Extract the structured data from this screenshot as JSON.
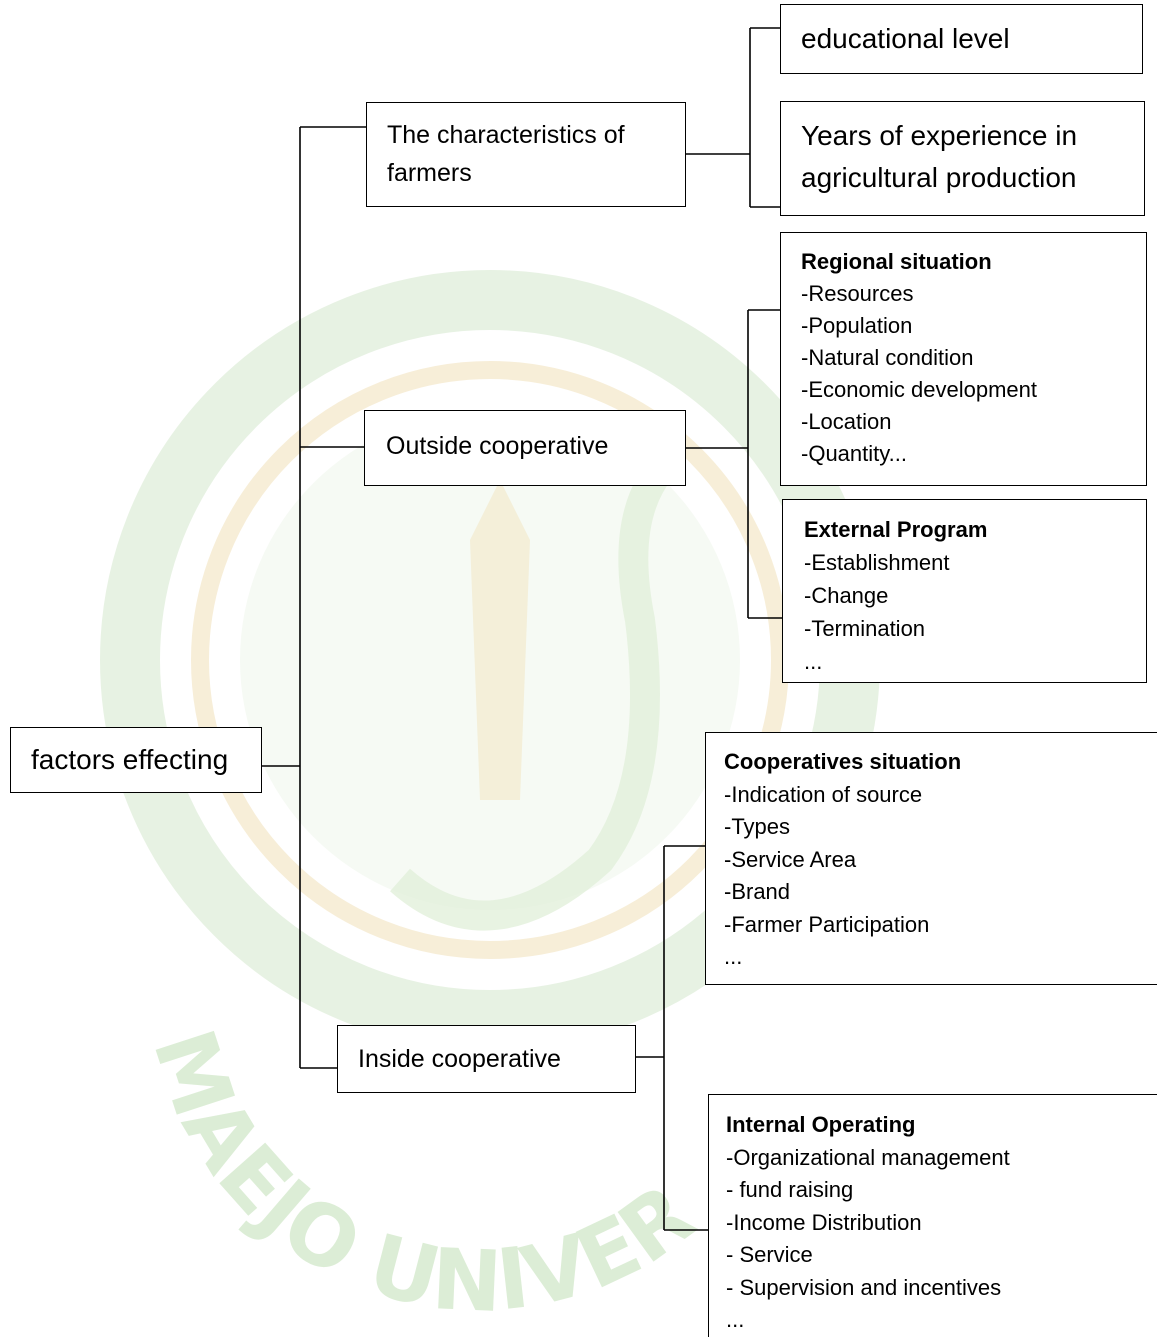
{
  "root": {
    "label": "factors effecting"
  },
  "branches": [
    {
      "id": "farmers",
      "label": "The characteristics of farmers",
      "children": [
        {
          "id": "edu",
          "text": "educational level"
        },
        {
          "id": "years",
          "text": "Years of experience in agricultural production"
        }
      ]
    },
    {
      "id": "outside",
      "label": "Outside cooperative",
      "children": [
        {
          "id": "regional",
          "title": "Regional situation",
          "items": [
            "-Resources",
            "-Population",
            "-Natural condition",
            "-Economic development",
            "-Location",
            "-Quantity..."
          ]
        },
        {
          "id": "external",
          "title": "External Program",
          "items": [
            "-Establishment",
            "-Change",
            "-Termination",
            "..."
          ]
        }
      ]
    },
    {
      "id": "inside",
      "label": "Inside cooperative",
      "children": [
        {
          "id": "coop",
          "title": "Cooperatives situation",
          "items": [
            "-Indication of source",
            "-Types",
            "-Service Area",
            "-Brand",
            "-Farmer Participation",
            "..."
          ]
        },
        {
          "id": "internal",
          "title": "Internal Operating",
          "items": [
            "-Organizational management",
            "- fund raising",
            "-Income Distribution",
            "- Service",
            "- Supervision and incentives",
            "..."
          ]
        }
      ]
    }
  ],
  "watermark": {
    "text": "MAEJO UNIVER",
    "seal": "university-seal",
    "color": "#5aa84a"
  }
}
